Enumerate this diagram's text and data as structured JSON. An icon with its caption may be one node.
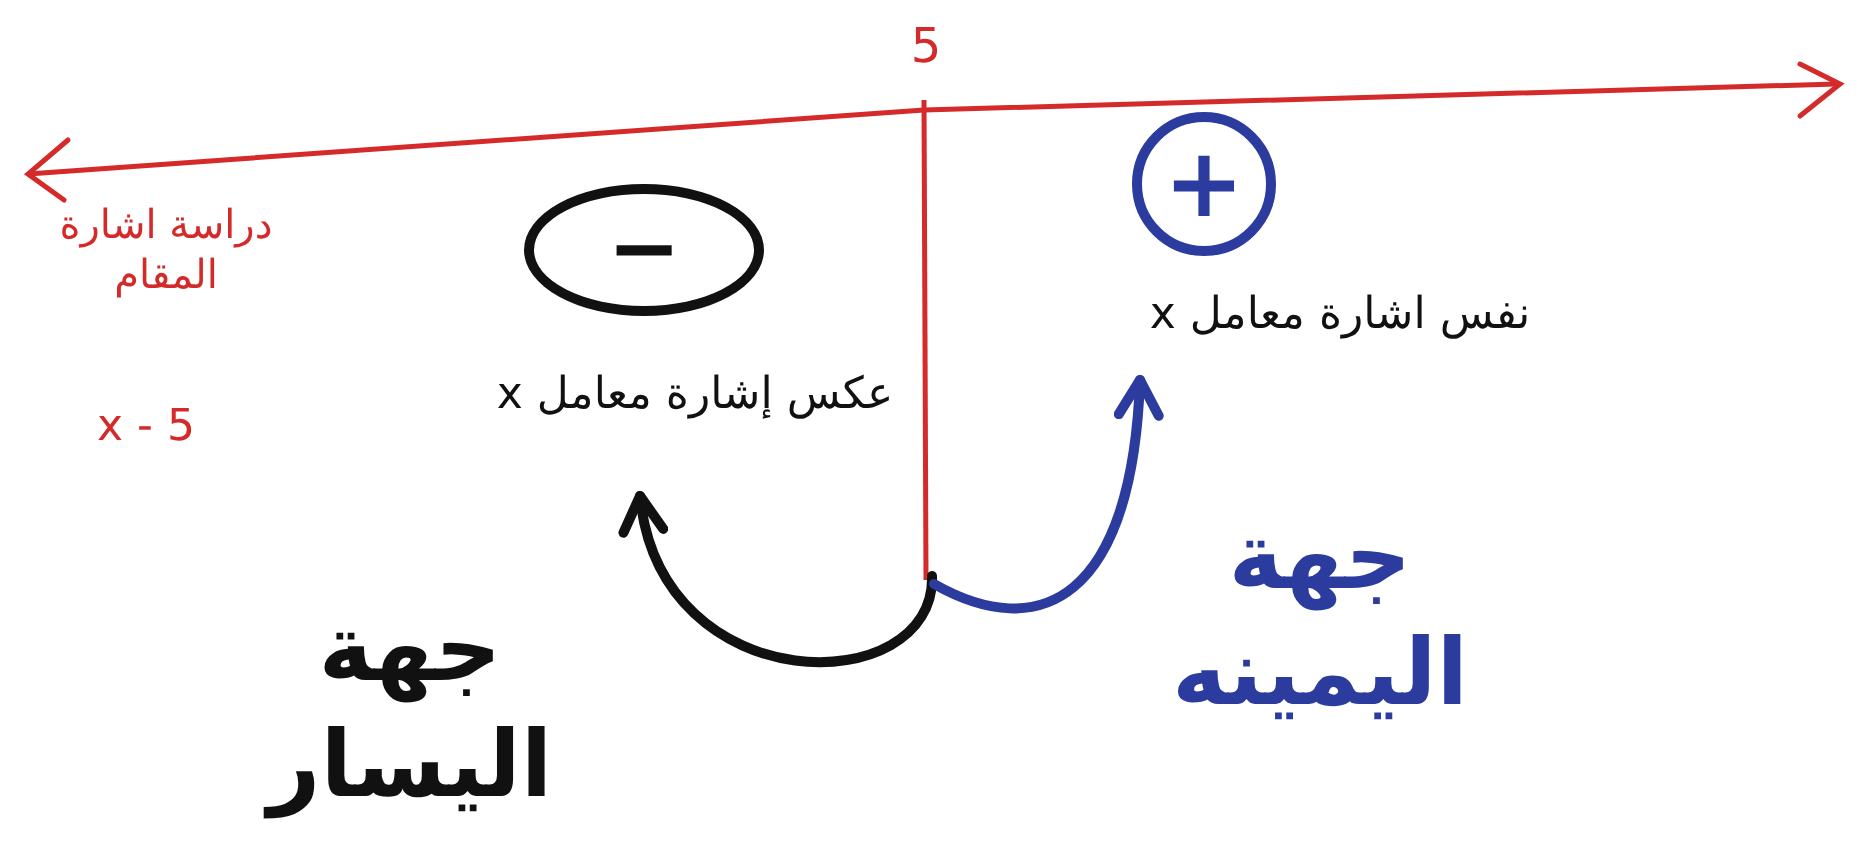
{
  "diagram": {
    "nodes": [
      {
        "text": [
          "−"
        ]
      },
      {
        "text": [
          "عكس إشارة معامل x"
        ]
      },
      {
        "text": [
          "+"
        ]
      },
      {
        "text": [
          "نفس اشارة معامل x"
        ]
      }
    ],
    "edges": [
      {
        "from": null,
        "to": 1,
        "arrow": "to"
      },
      {
        "from": null,
        "to": 3,
        "arrow": "to",
        "color": "#2b3c9e"
      }
    ],
    "labels": [
      "5",
      "دراسة اشارة المقام",
      "x - 5",
      "جهة اليسار",
      "جهة اليمينه"
    ]
  }
}
